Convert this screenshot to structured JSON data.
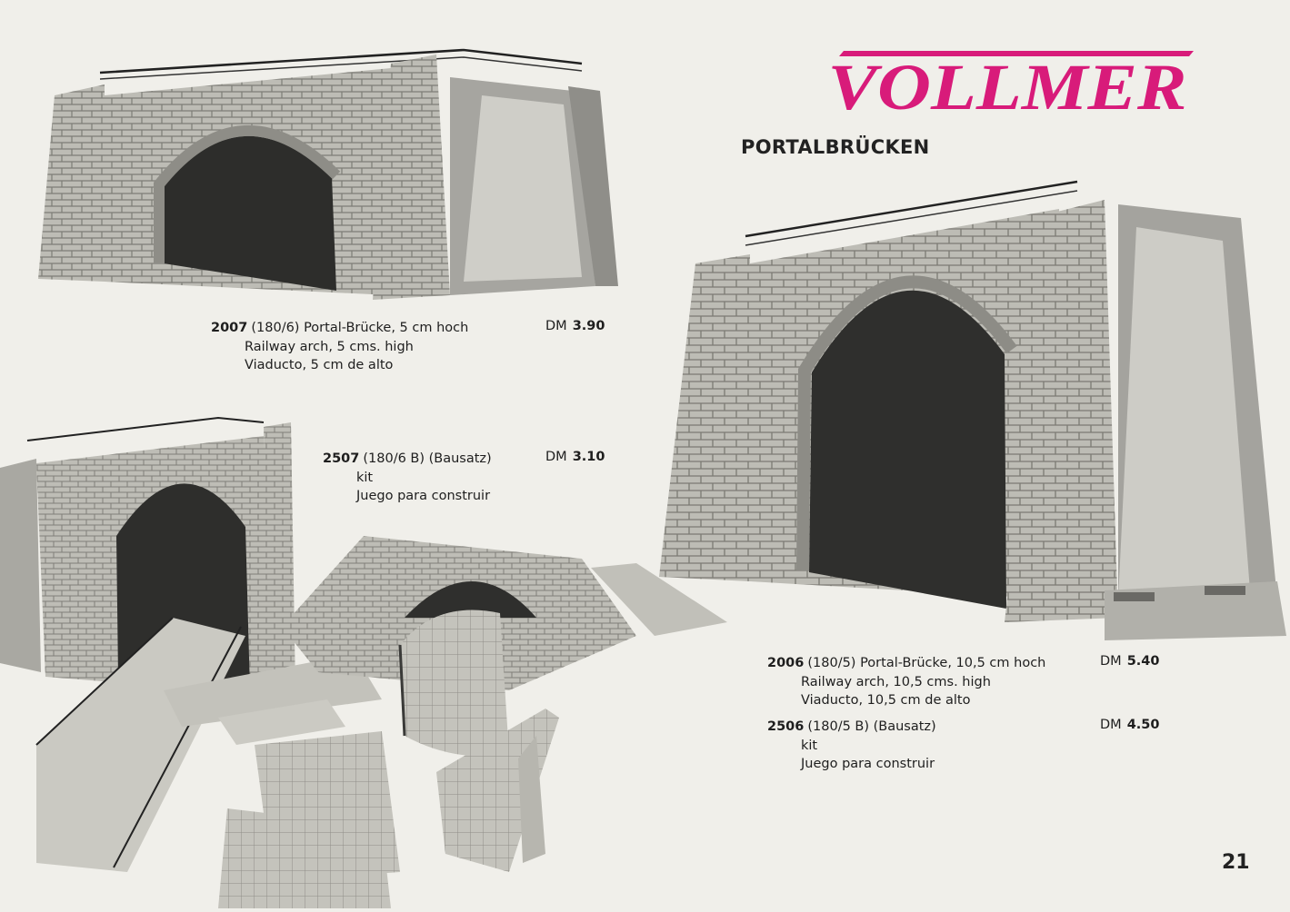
{
  "brand": "VOLLMER",
  "heading": "PORTALBRÜCKEN",
  "page_number": "21",
  "products": [
    {
      "code": "2007",
      "line1": "(180/6) Portal-Brücke, 5 cm hoch",
      "line2": "Railway arch, 5 cms. high",
      "line3": "Viaducto, 5 cm de alto",
      "currency": "DM",
      "price": "3.90"
    },
    {
      "code": "2507",
      "line1": "(180/6 B)  (Bausatz)",
      "line2": "kit",
      "line3": "Juego para construir",
      "currency": "DM",
      "price": "3.10"
    },
    {
      "code": "2006",
      "line1": "(180/5) Portal-Brücke, 10,5 cm hoch",
      "line2": "Railway arch, 10,5 cms. high",
      "line3": "Viaducto, 10,5 cm de alto",
      "currency": "DM",
      "price": "5.40"
    },
    {
      "code": "2506",
      "line1": "(180/5 B)  (Bausatz)",
      "line2": "kit",
      "line3": "Juego para construir",
      "currency": "DM",
      "price": "4.50"
    }
  ],
  "colors": {
    "brand_magenta": "#d81b7a",
    "paper": "#f0efea",
    "stone": "#b9b8b2",
    "stone_dark": "#8d8c86",
    "shadow": "#2c2c2a"
  }
}
